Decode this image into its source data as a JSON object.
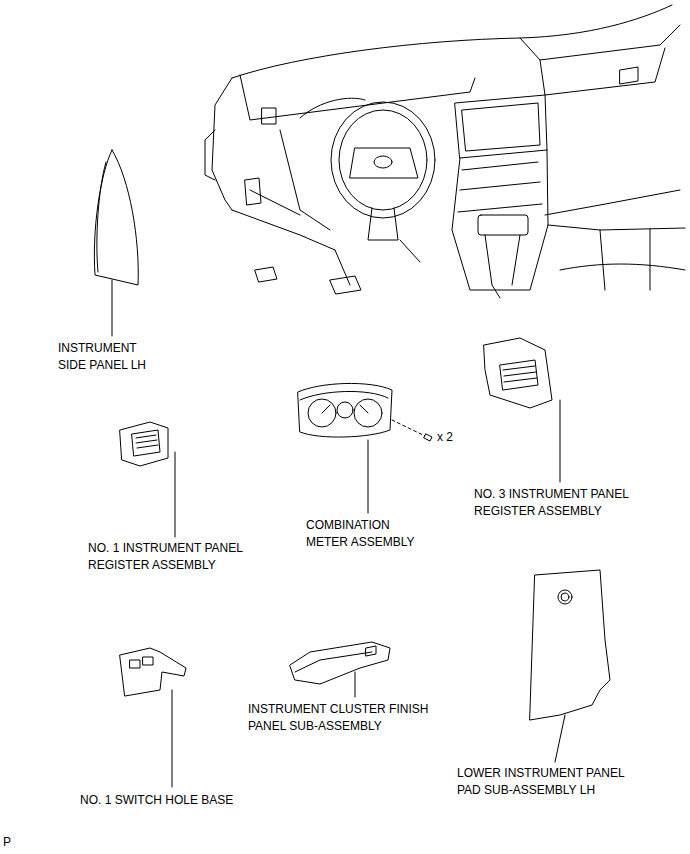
{
  "diagram": {
    "labels": [
      "INSTRUMENT SIDE PANEL LH",
      "x 2",
      "NO. 3 INSTRUMENT PANEL REGISTER ASSEMBLY",
      "NO. 1 INSTRUMENT PANEL REGISTER ASSEMBLY",
      "COMBINATION METER ASSEMBLY",
      "INSTRUMENT CLUSTER FINISH PANEL SUB-ASSEMBLY",
      "LOWER INSTRUMENT PANEL PAD SUB-ASSEMBLY LH",
      "NO. 1 SWITCH HOLE BASE",
      "P"
    ]
  }
}
